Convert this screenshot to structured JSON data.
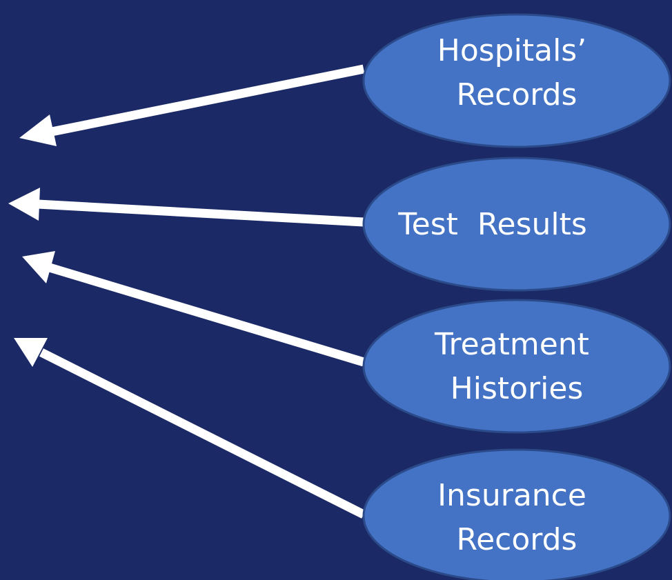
{
  "colors": {
    "background": "#1b2a66",
    "node_fill": "#4472c4",
    "node_stroke": "#2b4a8a",
    "arrow": "#ffffff",
    "text": "#ffffff"
  },
  "nodes": [
    {
      "id": "hospitals",
      "lines": [
        "Hospitals’",
        "Records"
      ]
    },
    {
      "id": "tests",
      "lines": [
        "Test  Results"
      ]
    },
    {
      "id": "treatment",
      "lines": [
        "Treatment",
        "Histories"
      ]
    },
    {
      "id": "insurance",
      "lines": [
        "Insurance",
        "Records"
      ]
    }
  ]
}
